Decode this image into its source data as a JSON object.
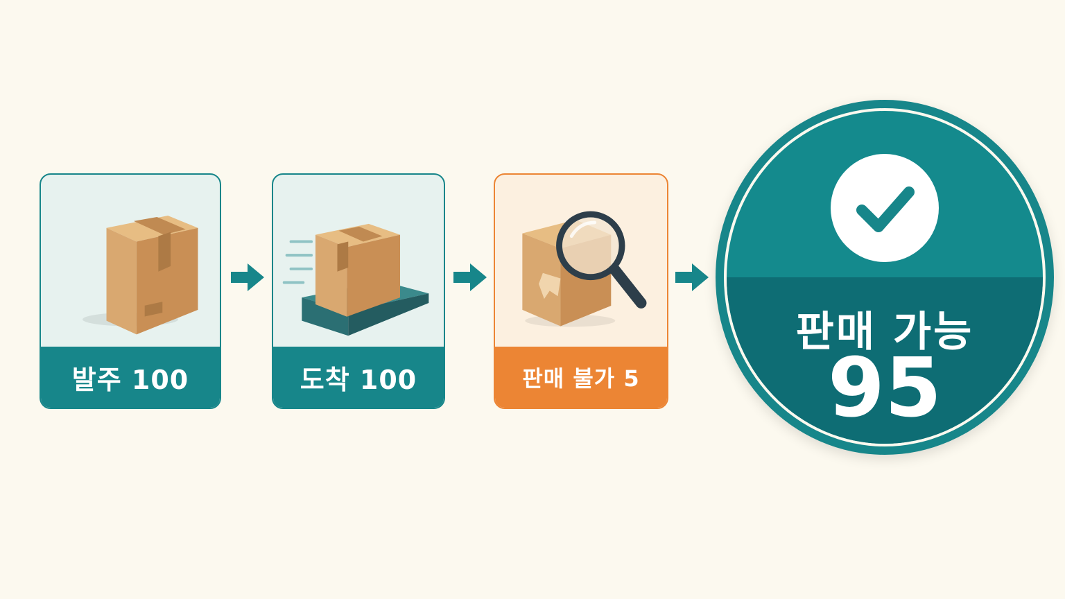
{
  "steps": [
    {
      "label": "발주 100",
      "icon": "box-icon"
    },
    {
      "label": "도착 100",
      "icon": "box-on-pallet-icon"
    },
    {
      "label": "판매 불가 5",
      "icon": "inspect-magnifier-icon"
    }
  ],
  "result": {
    "title": "판매 가능",
    "value": "95",
    "icon": "check-icon"
  },
  "colors": {
    "teal": "#17868a",
    "teal_dark": "#0e6d74",
    "orange": "#ec8534",
    "background": "#fcf9ef",
    "cardboard": "#d9a870"
  }
}
